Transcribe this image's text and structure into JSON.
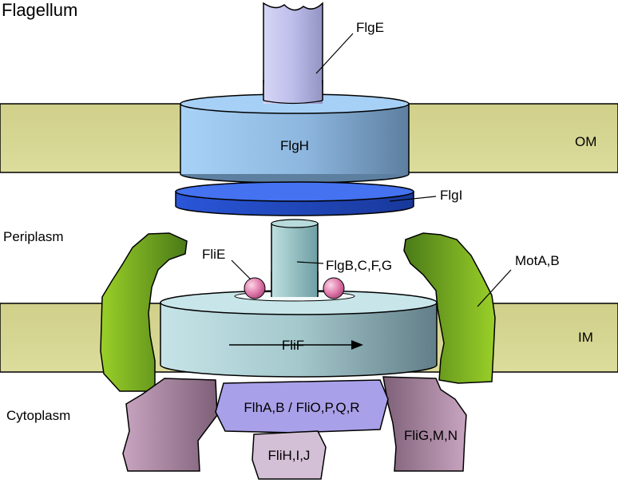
{
  "title": "Flagellum",
  "regions": {
    "periplasm": "Periplasm",
    "cytoplasm": "Cytoplasm",
    "outer_membrane": "OM",
    "inner_membrane": "IM"
  },
  "components": {
    "hook": "FlgE",
    "l_ring": "FlgH",
    "p_ring": "FlgI",
    "rod": "FlgB,C,F,G",
    "rod_junction": "FliE",
    "ms_ring": "FliF",
    "stator": "MotA,B",
    "export_gate": "FlhA,B / FliO,P,Q,R",
    "export_atpase": "FliH,I,J",
    "c_ring": "FliG,M,N"
  },
  "colors": {
    "membrane": "#D8D890",
    "l_ring": "#9CC8F0",
    "p_ring": "#3A6AE8",
    "hook": "#BABAE6",
    "rod": "#A8D0D0",
    "ms_ring": "#B4D8DC",
    "fliE_ball": "#E07AAA",
    "stator": "#78B020",
    "export_gate": "#A8A0E8",
    "c_ring": "#BE98B4"
  }
}
